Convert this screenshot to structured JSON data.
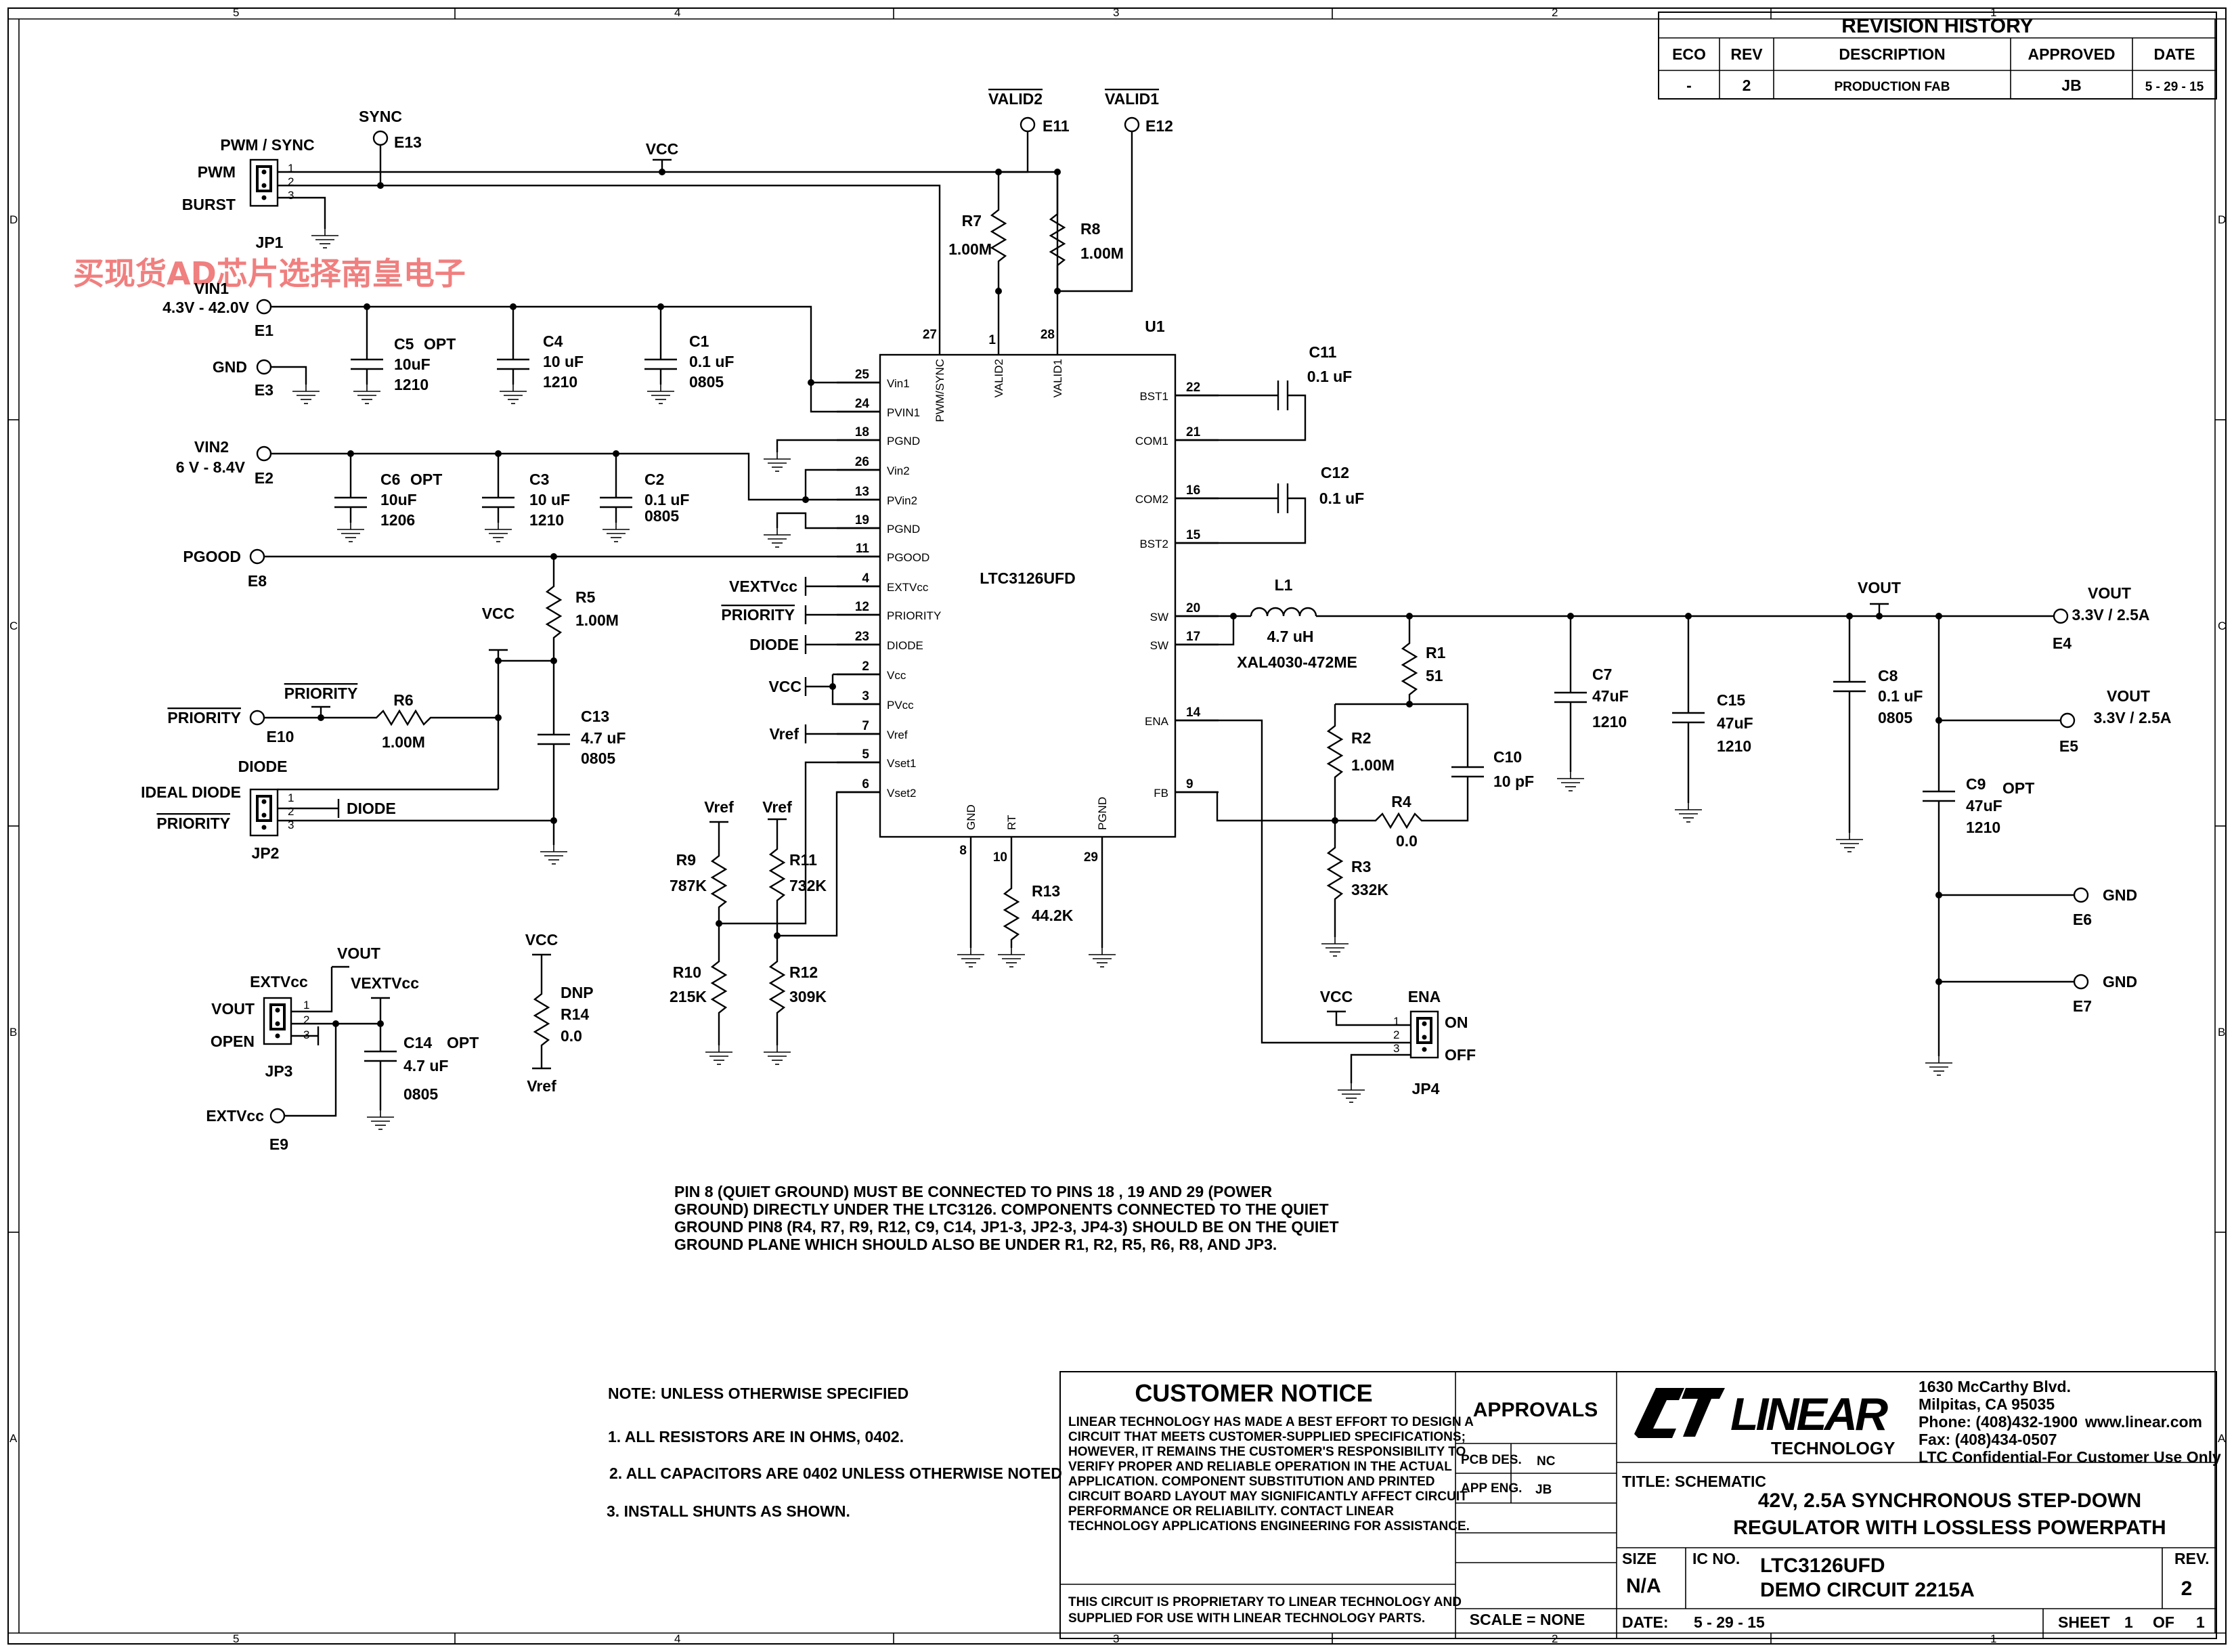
{
  "revision_history": {
    "title": "REVISION HISTORY",
    "headers": [
      "ECO",
      "REV",
      "DESCRIPTION",
      "APPROVED",
      "DATE"
    ],
    "row": [
      "-",
      "2",
      "PRODUCTION FAB",
      "JB",
      "5 - 29 - 15"
    ]
  },
  "watermark": "买现货AD芯片选择南皇电子",
  "ic": {
    "ref": "U1",
    "part": "LTC3126UFD",
    "left_pins": [
      {
        "num": "25",
        "name": "Vin1"
      },
      {
        "num": "24",
        "name": "PVIN1"
      },
      {
        "num": "18",
        "name": "PGND"
      },
      {
        "num": "26",
        "name": "Vin2"
      },
      {
        "num": "13",
        "name": "PVin2"
      },
      {
        "num": "19",
        "name": "PGND"
      },
      {
        "num": "11",
        "name": "PGOOD"
      },
      {
        "num": "4",
        "name": "EXTVcc"
      },
      {
        "num": "12",
        "name": "PRIORITY"
      },
      {
        "num": "23",
        "name": "DIODE"
      },
      {
        "num": "2",
        "name": "Vcc"
      },
      {
        "num": "3",
        "name": "PVcc"
      },
      {
        "num": "7",
        "name": "Vref"
      },
      {
        "num": "5",
        "name": "Vset1"
      },
      {
        "num": "6",
        "name": "Vset2"
      }
    ],
    "right_pins": [
      {
        "num": "22",
        "name": "BST1"
      },
      {
        "num": "21",
        "name": "COM1"
      },
      {
        "num": "16",
        "name": "COM2"
      },
      {
        "num": "15",
        "name": "BST2"
      },
      {
        "num": "20",
        "name": "SW"
      },
      {
        "num": "17",
        "name": "SW"
      },
      {
        "num": "14",
        "name": "ENA"
      },
      {
        "num": "9",
        "name": "FB"
      }
    ],
    "top_pins": [
      {
        "num": "27",
        "name": "PWM/SYNC"
      },
      {
        "num": "1",
        "name": "VALID2"
      },
      {
        "num": "28",
        "name": "VALID1"
      }
    ],
    "bottom_pins": [
      {
        "num": "8",
        "name": "GND"
      },
      {
        "num": "10",
        "name": "RT"
      },
      {
        "num": "29",
        "name": "PGND"
      }
    ]
  },
  "terminals": {
    "e13": {
      "net": "SYNC",
      "ref": "E13"
    },
    "e11": {
      "net": "VALID2",
      "ref": "E11"
    },
    "e12": {
      "net": "VALID1",
      "ref": "E12"
    },
    "e1": {
      "net": "VIN1",
      "range": "4.3V - 42.0V",
      "ref": "E1"
    },
    "e3": {
      "net": "GND",
      "ref": "E3"
    },
    "e2": {
      "net": "VIN2",
      "range": "6 V - 8.4V",
      "ref": "E2"
    },
    "e8": {
      "net": "PGOOD",
      "ref": "E8"
    },
    "e10": {
      "net": "PRIORITY",
      "ref": "E10"
    },
    "e4": {
      "net": "VOUT",
      "range": "3.3V / 2.5A",
      "ref": "E4"
    },
    "e5": {
      "net": "VOUT",
      "range": "3.3V / 2.5A",
      "ref": "E5"
    },
    "e6": {
      "net": "GND",
      "ref": "E6"
    },
    "e7": {
      "net": "GND",
      "ref": "E7"
    },
    "e9": {
      "net": "EXTVcc",
      "ref": "E9"
    }
  },
  "jumpers": {
    "jp1": {
      "ref": "JP1",
      "title": "PWM / SYNC",
      "l1": "PWM",
      "l3": "BURST"
    },
    "jp2": {
      "ref": "JP2",
      "title": "DIODE",
      "l1": "IDEAL DIODE",
      "l3": "PRIORITY",
      "net": "DIODE"
    },
    "jp3": {
      "ref": "JP3",
      "title": "EXTVcc",
      "l1": "VOUT",
      "l3": "OPEN"
    },
    "jp4": {
      "ref": "JP4",
      "title": "ENA",
      "l1": "ON",
      "l3": "OFF"
    }
  },
  "pins123": [
    "1",
    "2",
    "3"
  ],
  "nets": {
    "vcc": "VCC",
    "vref": "Vref",
    "vout": "VOUT",
    "vextvcc": "VEXTVcc",
    "diode": "DIODE",
    "priority": "PRIORITY",
    "dnp": "DNP"
  },
  "caps": {
    "c5": {
      "ref": "C5",
      "opt": "OPT",
      "val": "10uF",
      "pkg": "1210"
    },
    "c4": {
      "ref": "C4",
      "val": "10 uF",
      "pkg": "1210"
    },
    "c1": {
      "ref": "C1",
      "val": "0.1 uF",
      "pkg": "0805"
    },
    "c6": {
      "ref": "C6",
      "opt": "OPT",
      "val": "10uF",
      "pkg": "1206"
    },
    "c3": {
      "ref": "C3",
      "val": "10 uF",
      "pkg": "1210"
    },
    "c2": {
      "ref": "C2",
      "val": "0.1 uF",
      "pkg": "0805"
    },
    "c13": {
      "ref": "C13",
      "val": "4.7 uF",
      "pkg": "0805"
    },
    "c14": {
      "ref": "C14",
      "opt": "OPT",
      "val": "4.7 uF",
      "pkg": "0805"
    },
    "c11": {
      "ref": "C11",
      "val": "0.1 uF"
    },
    "c12": {
      "ref": "C12",
      "val": "0.1 uF"
    },
    "c10": {
      "ref": "C10",
      "val": "10 pF"
    },
    "c7": {
      "ref": "C7",
      "val": "47uF",
      "pkg": "1210"
    },
    "c15": {
      "ref": "C15",
      "val": "47uF",
      "pkg": "1210"
    },
    "c8": {
      "ref": "C8",
      "val": "0.1 uF",
      "pkg": "0805"
    },
    "c9": {
      "ref": "C9",
      "opt": "OPT",
      "val": "47uF",
      "pkg": "1210"
    }
  },
  "resistors": {
    "r7": {
      "ref": "R7",
      "val": "1.00M"
    },
    "r8": {
      "ref": "R8",
      "val": "1.00M"
    },
    "r5": {
      "ref": "R5",
      "val": "1.00M"
    },
    "r6": {
      "ref": "R6",
      "val": "1.00M"
    },
    "r9": {
      "ref": "R9",
      "val": "787K"
    },
    "r10": {
      "ref": "R10",
      "val": "215K"
    },
    "r11": {
      "ref": "R11",
      "val": "732K"
    },
    "r12": {
      "ref": "R12",
      "val": "309K"
    },
    "r13": {
      "ref": "R13",
      "val": "44.2K"
    },
    "r14": {
      "ref": "R14",
      "val": "0.0"
    },
    "r1": {
      "ref": "R1",
      "val": "51"
    },
    "r2": {
      "ref": "R2",
      "val": "1.00M"
    },
    "r3": {
      "ref": "R3",
      "val": "332K"
    },
    "r4": {
      "ref": "R4",
      "val": "0.0"
    }
  },
  "inductor": {
    "ref": "L1",
    "val": "4.7 uH",
    "part": "XAL4030-472ME"
  },
  "ground_note": [
    "PIN  8 (QUIET GROUND) MUST BE CONNECTED TO PINS 18 , 19  AND 29 (POWER",
    "GROUND) DIRECTLY UNDER THE LTC3126. COMPONENTS CONNECTED TO THE  QUIET",
    "GROUND PIN8 (R4, R7, R9, R12, C9, C14, JP1-3, JP2-3, JP4-3) SHOULD BE ON  THE QUIET",
    "GROUND PLANE WHICH SHOULD ALSO BE UNDER R1, R2, R5, R6, R8, AND JP3."
  ],
  "notes": {
    "title": "NOTE: UNLESS OTHERWISE SPECIFIED",
    "items": [
      "1.  ALL RESISTORS ARE IN OHMS, 0402.",
      "2. ALL CAPACITORS ARE 0402  UNLESS OTHERWISE NOTED",
      "3.  INSTALL SHUNTS AS SHOWN."
    ]
  },
  "title_block": {
    "customer_notice": "CUSTOMER NOTICE",
    "notice_lines": [
      "LINEAR TECHNOLOGY HAS MADE A BEST EFFORT TO DESIGN A",
      "CIRCUIT THAT MEETS CUSTOMER-SUPPLIED SPECIFICATIONS;",
      "HOWEVER, IT REMAINS THE CUSTOMER'S RESPONSIBILITY TO",
      "VERIFY PROPER AND RELIABLE OPERATION IN THE ACTUAL",
      "APPLICATION.  COMPONENT SUBSTITUTION AND PRINTED",
      "CIRCUIT BOARD LAYOUT MAY SIGNIFICANTLY AFFECT CIRCUIT",
      "PERFORMANCE OR RELIABILITY.  CONTACT LINEAR",
      "TECHNOLOGY APPLICATIONS ENGINEERING FOR ASSISTANCE."
    ],
    "proprietary": [
      "THIS CIRCUIT IS PROPRIETARY TO LINEAR TECHNOLOGY AND",
      "SUPPLIED FOR USE WITH LINEAR TECHNOLOGY PARTS."
    ],
    "approvals": "APPROVALS",
    "pcb_des_label": "PCB DES.",
    "pcb_des": "NC",
    "app_eng_label": "APP ENG.",
    "app_eng": "JB",
    "scale": "SCALE = NONE",
    "logo_text": "LINEAR",
    "logo_sub": "TECHNOLOGY",
    "address": [
      "1630 McCarthy Blvd.",
      "Milpitas, CA 95035",
      "Phone: (408)432-1900",
      "Fax: (408)434-0507",
      "LTC Confidential-For Customer Use Only"
    ],
    "website": "www.linear.com",
    "title_label": "TITLE:  SCHEMATIC",
    "title_lines": [
      "42V, 2.5A SYNCHRONOUS STEP-DOWN",
      "REGULATOR WITH LOSSLESS POWERPATH"
    ],
    "size_label": "SIZE",
    "size": "N/A",
    "ic_no_label": "IC NO.",
    "ic_no": "LTC3126UFD",
    "demo": "DEMO CIRCUIT 2215A",
    "rev_label": "REV.",
    "rev": "2",
    "date_label": "DATE:",
    "date": "5 - 29 - 15",
    "sheet_label": "SHEET",
    "sheet": "1",
    "of_label": "OF",
    "of": "1"
  },
  "border": {
    "cols": [
      "5",
      "4",
      "3",
      "2",
      "1"
    ],
    "rows": [
      "D",
      "C",
      "B",
      "A"
    ]
  }
}
